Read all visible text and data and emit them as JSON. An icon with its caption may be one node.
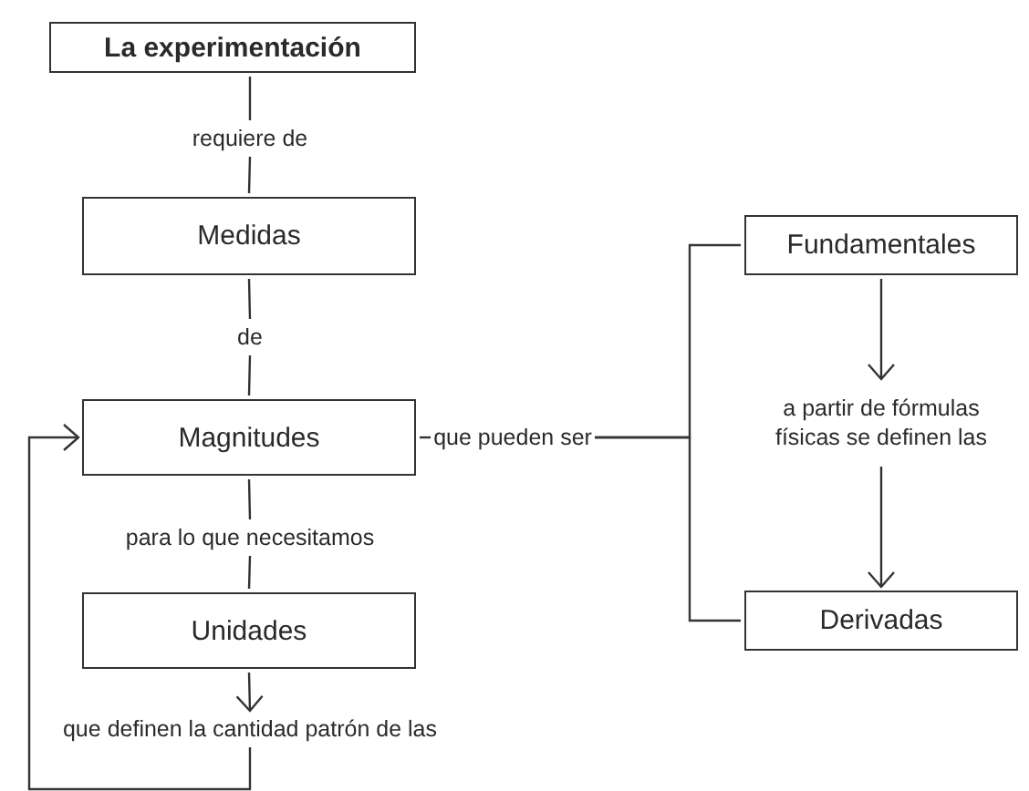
{
  "diagram": {
    "nodes": [
      {
        "text": [
          "La experimentación"
        ]
      },
      {
        "text": [
          "requiere de"
        ]
      },
      {
        "text": [
          "Medidas"
        ]
      },
      {
        "text": [
          "de"
        ]
      },
      {
        "text": [
          "Magnitudes"
        ]
      },
      {
        "text": [
          "que pueden ser"
        ]
      },
      {
        "text": [
          "Fundamentales"
        ]
      },
      {
        "text": [
          "a partir de fórmulas físicas se definen las"
        ]
      },
      {
        "text": [
          "Derivadas"
        ]
      },
      {
        "text": [
          "para lo que necesitamos"
        ]
      },
      {
        "text": [
          "Unidades"
        ]
      },
      {
        "text": [
          "que definen la cantidad patrón de las"
        ]
      }
    ],
    "edges": [
      {
        "from": 0,
        "to": 1,
        "arrow": "none"
      },
      {
        "from": 1,
        "to": 2,
        "arrow": "none"
      },
      {
        "from": 2,
        "to": 3,
        "arrow": "none"
      },
      {
        "from": 3,
        "to": 4,
        "arrow": "none"
      },
      {
        "from": 4,
        "to": 5,
        "arrow": "none"
      },
      {
        "from": 5,
        "to": 6,
        "arrow": "none"
      },
      {
        "from": 5,
        "to": 8,
        "arrow": "none"
      },
      {
        "from": 6,
        "to": 7,
        "arrow": "to"
      },
      {
        "from": 7,
        "to": 8,
        "arrow": "to"
      },
      {
        "from": 4,
        "to": 9,
        "arrow": "none"
      },
      {
        "from": 9,
        "to": 10,
        "arrow": "none"
      },
      {
        "from": 10,
        "to": 11,
        "arrow": "to"
      },
      {
        "from": 11,
        "to": 4,
        "arrow": "to"
      }
    ]
  }
}
